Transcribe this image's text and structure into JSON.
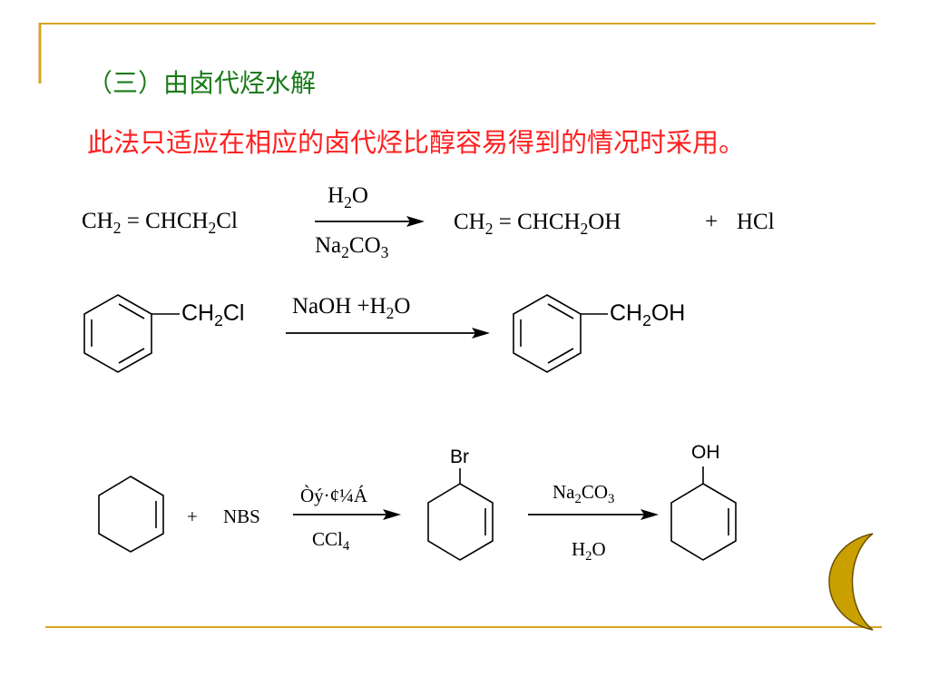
{
  "heading": "（三）由卤代烃水解",
  "note": "此法只适应在相应的卤代烃比醇容易得到的情况时采用。",
  "reaction1": {
    "reactant": {
      "a": "CH",
      "a_sub": "2",
      "b": " = CHCH",
      "b_sub": "2",
      "c": "Cl"
    },
    "above": {
      "a": "H",
      "a_sub": "2",
      "b": "O"
    },
    "below": {
      "a": "Na",
      "a_sub": "2",
      "b": "CO",
      "b_sub": "3"
    },
    "product": {
      "a": "CH",
      "a_sub": "2",
      "b": " = CHCH",
      "b_sub": "2",
      "c": "OH"
    },
    "plus": "+",
    "byproduct": "HCl"
  },
  "reaction2": {
    "reactant_group": {
      "a": "CH",
      "a_sub": "2",
      "b": "Cl"
    },
    "above": {
      "a": "NaOH  +H",
      "a_sub": "2",
      "b": "O"
    },
    "product_group": {
      "a": "CH",
      "a_sub": "2",
      "b": "OH"
    }
  },
  "reaction3": {
    "plus": "+",
    "reagent": "NBS",
    "above1": "Òý·¢¼Á",
    "below1": {
      "a": "CCl",
      "a_sub": "4"
    },
    "sub1": "Br",
    "above2": {
      "a": "Na",
      "a_sub": "2",
      "b": "CO",
      "b_sub": "3"
    },
    "below2": {
      "a": "H",
      "a_sub": "2",
      "b": "O"
    },
    "sub2": "OH"
  },
  "colors": {
    "heading": "#1a7a1a",
    "note": "#ff2020",
    "frame": "#d6a520",
    "moon": "#c9a000"
  }
}
